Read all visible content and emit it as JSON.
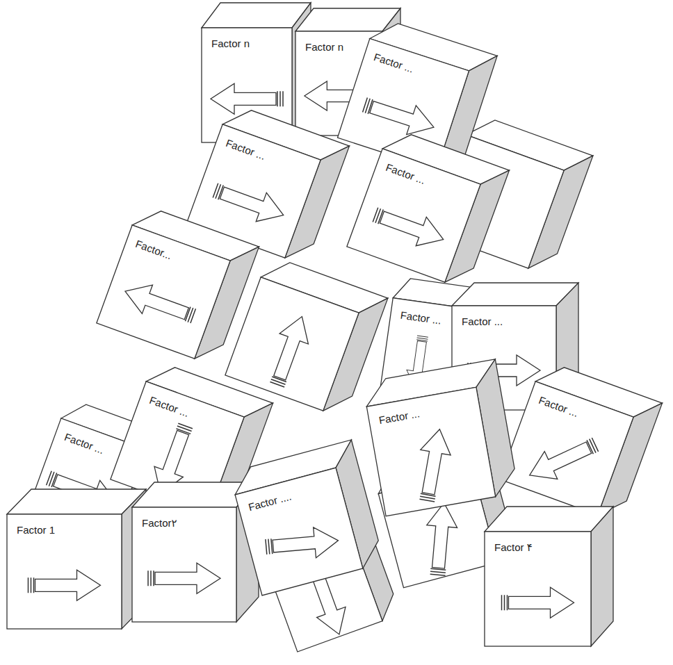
{
  "diagram": {
    "nodes": [
      {
        "text": [
          "Factor n"
        ]
      },
      {
        "text": [
          "Factor n"
        ]
      },
      {
        "text": [
          "Factor ..."
        ]
      },
      {
        "text": [
          "Factor ..."
        ]
      },
      {
        "text": [
          "Factor ..."
        ]
      },
      {
        "text": [
          "Factor..."
        ]
      },
      {
        "text": [
          "Factor ..."
        ]
      },
      {
        "text": [
          "Factor ..."
        ]
      },
      {
        "text": [
          "Factor ..."
        ]
      },
      {
        "text": [
          "Factor ..."
        ]
      },
      {
        "text": [
          "Factor ..."
        ]
      },
      {
        "text": [
          "Factor ..."
        ]
      },
      {
        "text": [
          "Factor ...."
        ]
      },
      {
        "text": [
          "Factor 1"
        ]
      },
      {
        "text": [
          "Factor۲"
        ]
      },
      {
        "text": [
          "Factor ۴"
        ]
      }
    ]
  }
}
